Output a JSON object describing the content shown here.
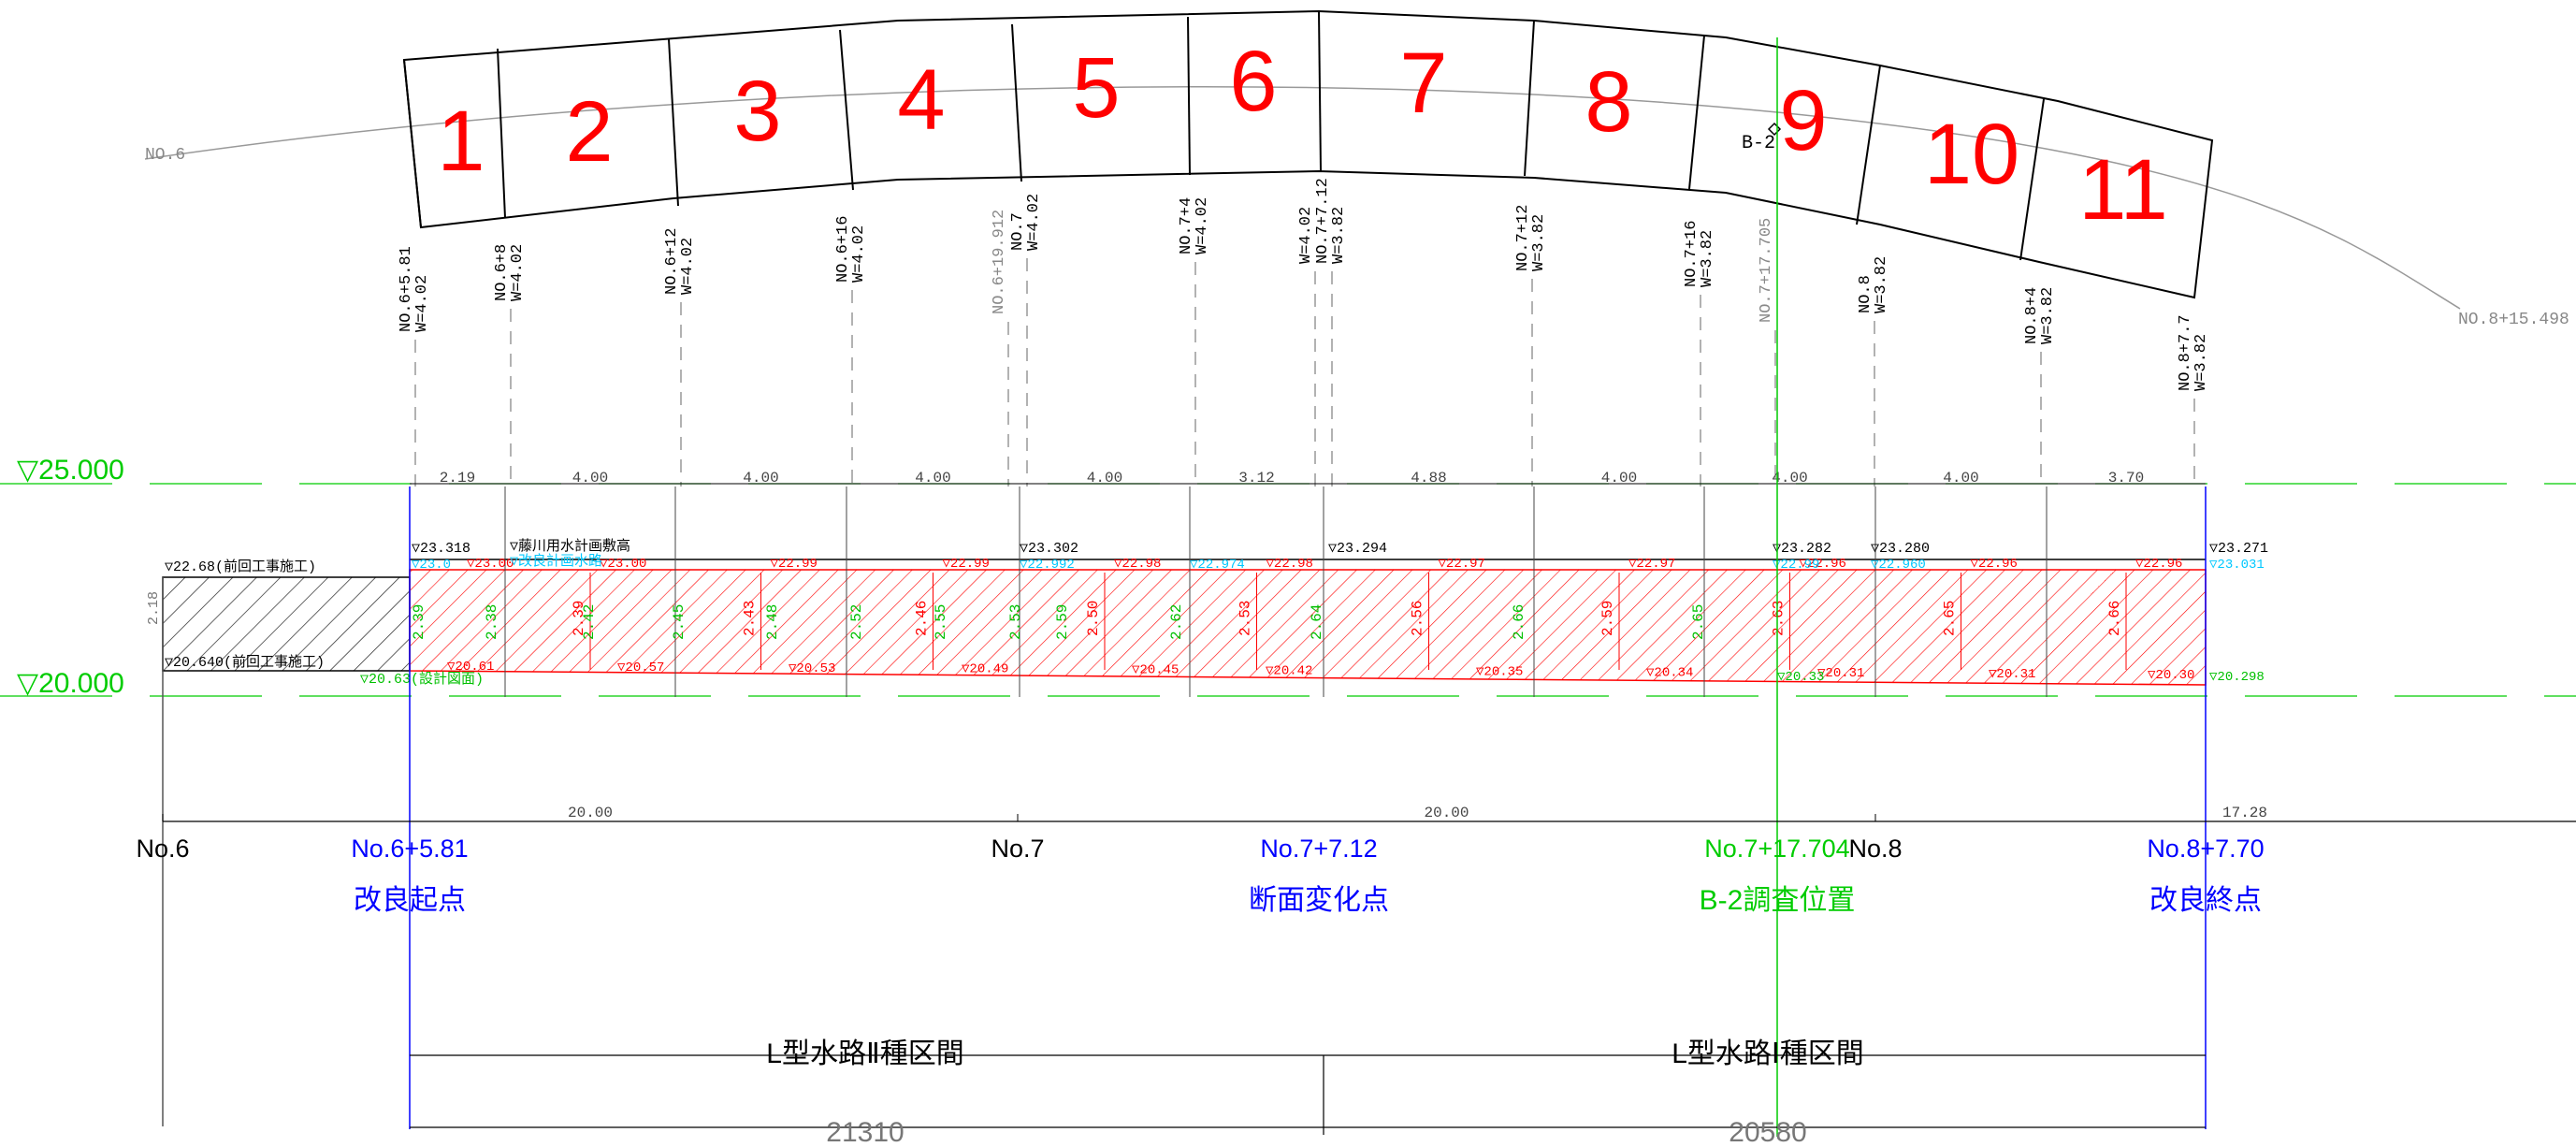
{
  "plan": {
    "segments": [
      "1",
      "2",
      "3",
      "4",
      "5",
      "6",
      "7",
      "8",
      "9",
      "10",
      "11"
    ],
    "start_label": "NO.6",
    "end_label": "NO.8+15.498",
    "boring_label": "B-2",
    "stations": [
      {
        "name": "NO.6+5.81",
        "w": "W=4.02",
        "gray": false
      },
      {
        "name": "NO.6+8",
        "w": "W=4.02",
        "gray": false
      },
      {
        "name": "NO.6+12",
        "w": "W=4.02",
        "gray": false
      },
      {
        "name": "NO.6+16",
        "w": "W=4.02",
        "gray": false
      },
      {
        "name": "NO.6+19.912",
        "w": "",
        "gray": true
      },
      {
        "name": "NO.7",
        "w": "W=4.02",
        "gray": false
      },
      {
        "name": "NO.7+4",
        "w": "W=4.02",
        "gray": false
      },
      {
        "name": "W=4.02",
        "w": "",
        "gray": false
      },
      {
        "name": "NO.7+7.12",
        "w": "W=3.82",
        "gray": false
      },
      {
        "name": "NO.7+12",
        "w": "W=3.82",
        "gray": false
      },
      {
        "name": "NO.7+16",
        "w": "W=3.82",
        "gray": false
      },
      {
        "name": "NO.7+17.705",
        "w": "",
        "gray": true
      },
      {
        "name": "NO.8",
        "w": "W=3.82",
        "gray": false
      },
      {
        "name": "NO.8+4",
        "w": "W=3.82",
        "gray": false
      },
      {
        "name": "NO.8+7.7",
        "w": "W=3.82",
        "gray": false
      }
    ]
  },
  "profile": {
    "level_high": "▽25.000",
    "level_low": "▽20.000",
    "spacings": [
      "2.19",
      "4.00",
      "4.00",
      "4.00",
      "4.00",
      "3.12",
      "4.88",
      "4.00",
      "4.00",
      "4.00",
      "3.70"
    ],
    "top_elev": [
      {
        "text": "▽23.318",
        "color": "black"
      },
      {
        "text": "▽23.302",
        "color": "black"
      },
      {
        "text": "▽23.294",
        "color": "black"
      },
      {
        "text": "▽23.282",
        "color": "black"
      },
      {
        "text": "▽23.280",
        "color": "black"
      },
      {
        "text": "▽23.271",
        "color": "black"
      }
    ],
    "prev_work_top": "▽22.68(前回工事施工)",
    "prev_work_bottom": "▽20.640(前回工事施工)",
    "prev_work_height": "2.18",
    "design_note": "▽藤川用水計画敷高",
    "design_note_cyan": "▽改良計画水路",
    "design_bottom_note": "▽20.63(設計図面)",
    "top_levels": [
      "▽23.00",
      "▽23.00",
      "▽22.99",
      "▽22.99",
      "▽22.98",
      "▽22.98",
      "▽22.97",
      "▽22.97",
      "▽22.96",
      "▽22.96",
      "▽22.96"
    ],
    "cyan_levels": [
      "▽23.0",
      "▽22.992",
      "▽22.974",
      "▽22.99",
      "▽22.960",
      "▽23.031"
    ],
    "bottom_levels": [
      "▽20.61",
      "▽20.57",
      "▽20.53",
      "▽20.49",
      "▽20.45",
      "▽20.42",
      "▽20.35",
      "▽20.34",
      "▽20.31",
      "▽20.31",
      "▽20.30"
    ],
    "green_bottom_levels": [
      "▽20.33",
      "▽20.298"
    ],
    "heights": [
      "2.39",
      "2.43",
      "2.46",
      "2.50",
      "2.53",
      "2.56",
      "2.59",
      "2.63",
      "2.65",
      "2.66"
    ],
    "heights_green": [
      "2.39",
      "2.38",
      "2.42",
      "2.45",
      "2.48",
      "2.52",
      "2.55",
      "2.53",
      "2.59",
      "2.62",
      "2.64",
      "2.66",
      "2.65"
    ]
  },
  "ruler": {
    "dims": [
      "20.00",
      "20.00",
      "17.28"
    ],
    "labels": [
      {
        "text": "No.6",
        "color": "black"
      },
      {
        "text": "No.6+5.81",
        "color": "blue"
      },
      {
        "text": "No.7",
        "color": "black"
      },
      {
        "text": "No.7+7.12",
        "color": "blue"
      },
      {
        "text": "No.7+17.704",
        "color": "green"
      },
      {
        "text": "No.8",
        "color": "black"
      },
      {
        "text": "No.8+7.70",
        "color": "blue"
      }
    ],
    "notes": [
      {
        "text": "改良起点",
        "color": "blue"
      },
      {
        "text": "断面変化点",
        "color": "blue"
      },
      {
        "text": "B-2調査位置",
        "color": "green"
      },
      {
        "text": "改良終点",
        "color": "blue"
      }
    ]
  },
  "sections": {
    "type2": "L型水路Ⅱ種区間",
    "type1": "L型水路Ⅰ種区間",
    "len2": "21310",
    "len1": "20580"
  },
  "colors": {
    "red": "#ff0000",
    "blue": "#0000ff",
    "green": "#00cc00",
    "cyan": "#00c8ff",
    "gray": "#888888",
    "hatch_green": "#00c000"
  }
}
